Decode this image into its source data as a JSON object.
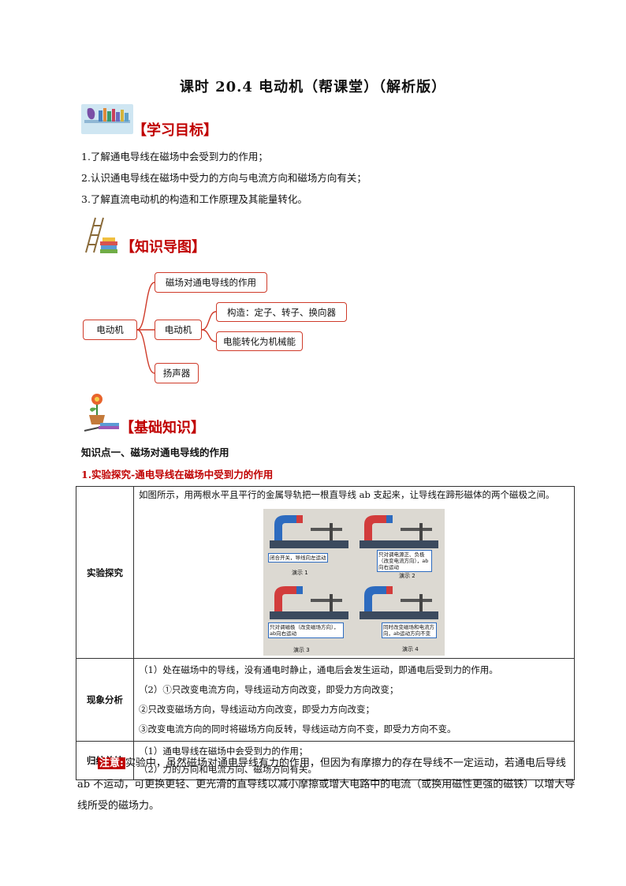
{
  "title": "课时 20.4   电动机（帮课堂）（解析版）",
  "sections": {
    "goals": "【学习目标】",
    "mindmap": "【知识导图】",
    "basics": "【基础知识】"
  },
  "goals": [
    "1.了解通电导线在磁场中会受到力的作用；",
    "2.认识通电导线在磁场中受力的方向与电流方向和磁场方向有关；",
    "3.了解直流电动机的构造和工作原理及其能量转化。"
  ],
  "mindmap": {
    "root": "电动机",
    "branch1": "磁场对通电导线的作用",
    "branch2": "电动机",
    "branch2_children": [
      "构造：定子、转子、换向器",
      "电能转化为机械能"
    ],
    "branch3": "扬声器",
    "line_color": "#cf3b2a"
  },
  "knowledge_point": "知识点一、磁场对通电导线的作用",
  "subheading": "1.实验探究-通电导线在磁场中受到力的作用",
  "table": {
    "rows": [
      {
        "label": "实验探究",
        "lines": [
          "如图所示，用两根水平且平行的金属导轨把一根直导线 ab 支起来，让导线在蹄形磁体的两个磁极之间。"
        ],
        "photo": {
          "demos": [
            {
              "caption": "闭合开关，导线向左运动",
              "name": "演示 1"
            },
            {
              "caption": "只对调电源正、负极（改变电流方向），ab向右运动",
              "name": "演示 2"
            },
            {
              "caption": "只对调磁极（改变磁场方向），ab向右运动",
              "name": "演示 3"
            },
            {
              "caption": "同时改变磁场和电流方向，ab运动方向不变",
              "name": "演示 4"
            }
          ]
        }
      },
      {
        "label": "现象分析",
        "lines": [
          "（1）处在磁场中的导线，没有通电时静止，通电后会发生运动，即通电后受到力的作用。",
          "（2）①只改变电流方向，导线运动方向改变，即受力方向改变；",
          "②只改变磁场方向，导线运动方向改变，即受力方向改变；",
          "③改变电流方向的同时将磁场方向反转，导线运动方向不变，即受力方向不变。"
        ]
      },
      {
        "label": "归纳总结",
        "lines": [
          "（1）通电导线在磁场中会受到力的作用；",
          "（2）力的方向和电流方向、磁场方向有关。"
        ]
      }
    ]
  },
  "note": {
    "tag": "注意:",
    "text": "实验中，虽然磁场对通电导线有力的作用，但因为有摩擦力的存在导线不一定运动，若通电后导线 ab 不运动，可更换更轻、更光滑的直导线以减小摩擦或增大电路中的电流（或换用磁性更强的磁铁）以增大导线所受的磁场力。"
  },
  "colors": {
    "accent": "#c00000",
    "box_border": "#cf3b2a"
  }
}
